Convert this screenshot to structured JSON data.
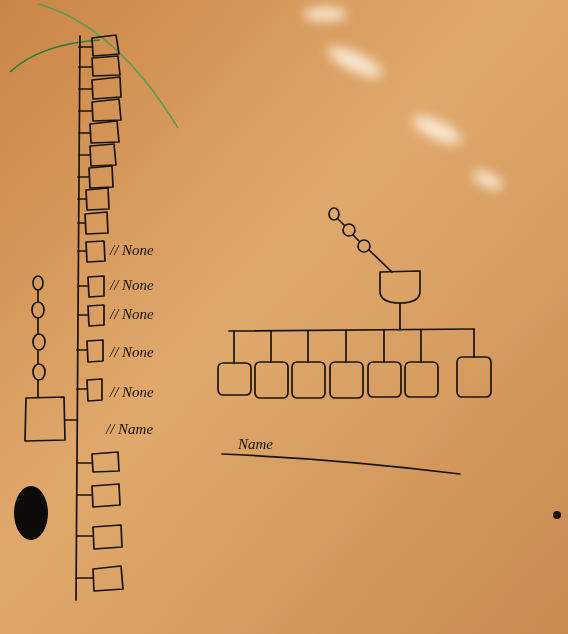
{
  "diagram": {
    "labels": [
      "// None",
      "// None",
      "// None",
      "// None",
      "// None",
      "// Name",
      "Name"
    ]
  }
}
